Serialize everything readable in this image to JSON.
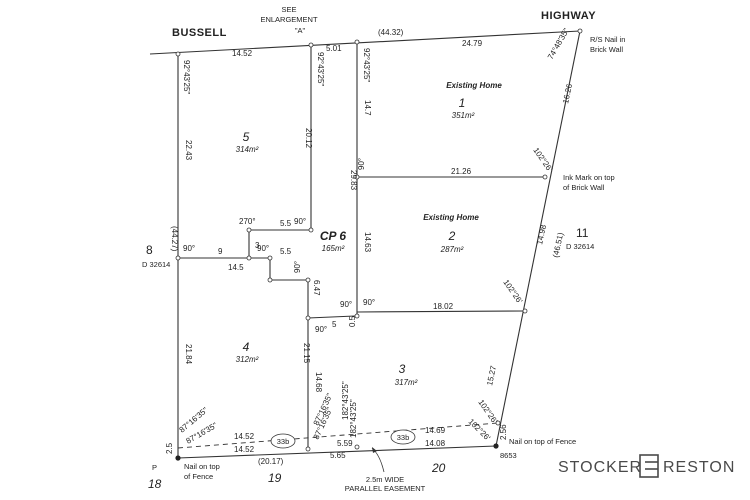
{
  "roads": {
    "left": "BUSSELL",
    "right": "HIGHWAY"
  },
  "enlargement": {
    "line1": "SEE",
    "line2": "ENLARGEMENT",
    "line3": "\"A\""
  },
  "top_dims": {
    "total": "(44.32)",
    "lot5": "14.52",
    "cp": "5.01",
    "lot1": "24.79"
  },
  "angles": {
    "a1": "92°43'25\"",
    "a2": "92°43'25\"",
    "a3": "92°43'25\"",
    "a4": "74°48'35\"",
    "a5": "90°",
    "a6": "102°26'",
    "a7": "270°",
    "a8": "90°",
    "a9": "90°",
    "a10": "90°",
    "a11": "90°",
    "a12": "90°",
    "a13": "102°26'",
    "a14": "90°",
    "a15": "87°16'35\"",
    "a16": "87°16'35\"",
    "a17": "87°16'35\"",
    "a18": "182°43'25\"",
    "a19": "102°26'",
    "a20": "102°26'"
  },
  "lots": {
    "lot1": {
      "num": "1",
      "area": "351m²",
      "label": "Existing Home"
    },
    "lot2": {
      "num": "2",
      "area": "287m²",
      "label": "Existing Home"
    },
    "lot3": {
      "num": "3",
      "area": "317m²"
    },
    "lot4": {
      "num": "4",
      "area": "312m²"
    },
    "lot5": {
      "num": "5",
      "area": "314m²"
    },
    "cp6": {
      "num": "CP 6",
      "area": "165m²"
    }
  },
  "dims": {
    "d22_43": "22.43",
    "d44_27": "(44.27)",
    "d20_12": "20.12",
    "d14_7": "14.7",
    "d29_83": "29.83",
    "d21_26": "21.26",
    "d16_26": "16.26",
    "d5_5a": "5.5",
    "d3": "3",
    "d9": "9",
    "d5_5b": "5.5",
    "d14_5": "14.5",
    "d14_63": "14.63",
    "d14_98": "14.98",
    "d46_51": "(46.51)",
    "d6_47": "6.47",
    "d0_5": "0.5",
    "d5": "5",
    "d18_02": "18.02",
    "d21_84": "21.84",
    "d21_15": "21.15",
    "d14_68": "14.68",
    "d15_27": "15.27",
    "d2_5": "2.5",
    "d14_52a": "14.52",
    "d14_52b": "14.52",
    "d20_17": "(20.17)",
    "d5_59": "5.59",
    "d5_65": "5.65",
    "d14_69": "14.69",
    "d14_08": "14.08",
    "d2_56": "2.56"
  },
  "neighbours": {
    "left_lot": "8",
    "left_dp": "D 32614",
    "right_lot": "11",
    "right_dp": "D 32614",
    "bottom_p": "P",
    "bottom_18": "18",
    "bottom_19": "19",
    "bottom_20": "20"
  },
  "notes": {
    "rs_nail": [
      "R/S Nail in",
      "Brick Wall"
    ],
    "ink_mark": [
      "Ink Mark on top",
      "of Brick Wall"
    ],
    "nail_fence_right": "Nail on top of Fence",
    "nail_fence_left": [
      "Nail on top",
      "of Fence"
    ],
    "ref_8653": "8653",
    "easement_tag": "33b",
    "easement": [
      "2.5m WIDE",
      "PARALLEL EASEMENT"
    ]
  },
  "brand": {
    "left": "STOCKER",
    "right": "RESTON"
  }
}
